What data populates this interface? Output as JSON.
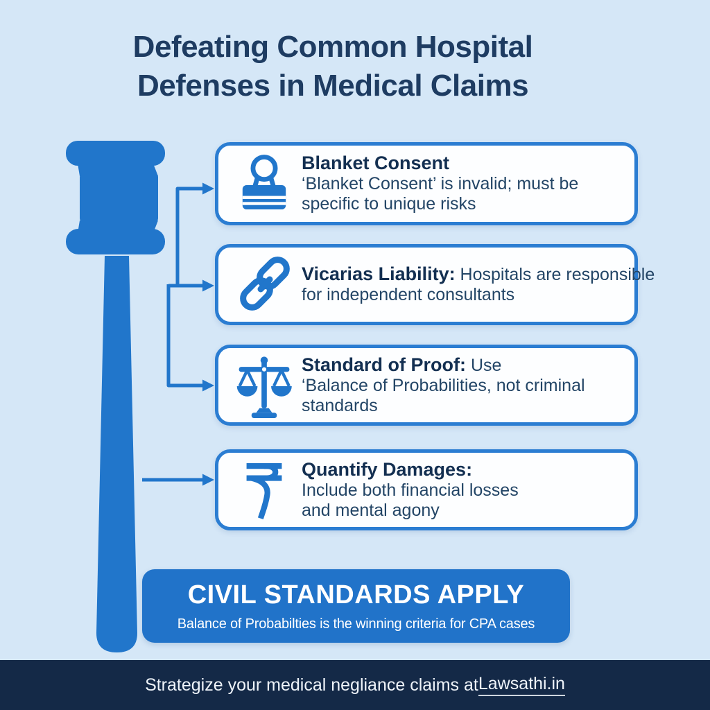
{
  "colors": {
    "background": "#d5e7f7",
    "accent_blue": "#2176cb",
    "card_border": "#2b7dd2",
    "card_bg": "#fdfeff",
    "title_text": "#1e3c62",
    "heading_text": "#132f51",
    "body_text": "#234566",
    "banner_bg": "#2173c9",
    "banner_text": "#ffffff",
    "footer_bg": "#142947",
    "footer_text": "#eef3f9"
  },
  "title": {
    "line1": "Defeating Common Hospital",
    "line2": "Defenses in Medical Claims"
  },
  "cards": [
    {
      "icon": "stamp-icon",
      "heading": "Blanket Consent",
      "body": "\n‘Blanket Consent’ is invalid; must be\nspecific to unique risks"
    },
    {
      "icon": "chain-link-icon",
      "heading": "Vicarias Liability:",
      "body": " Hospitals are responsible\nfor independent consultants"
    },
    {
      "icon": "scales-icon",
      "heading": "Standard of Proof:",
      "body": " Use\n‘Balance of Probabilities, not criminal\nstandards"
    },
    {
      "icon": "rupee-icon",
      "heading": "Quantify Damages:",
      "body": "\nInclude both financial losses\nand mental agony"
    }
  ],
  "banner": {
    "title": "CIVIL STANDARDS APPLY",
    "subtitle": "Balance of Probabilties is the winning criteria for CPA cases"
  },
  "footer": {
    "text": "Strategize your medical negliance claims at ",
    "link_text": "Lawsathi.in"
  }
}
